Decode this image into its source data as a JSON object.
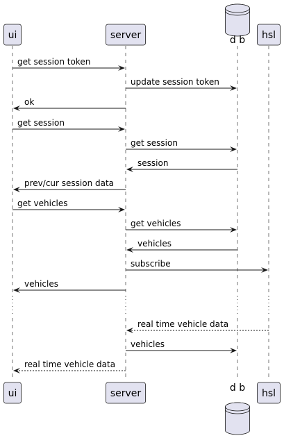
{
  "participants": [
    {
      "id": "ui",
      "label": "ui",
      "kind": "box"
    },
    {
      "id": "server",
      "label": "server",
      "kind": "box"
    },
    {
      "id": "db",
      "label": "d b",
      "kind": "database"
    },
    {
      "id": "hsl",
      "label": "hsl",
      "kind": "box"
    }
  ],
  "messages": [
    {
      "from": "ui",
      "to": "server",
      "label": "get session token",
      "style": "solid"
    },
    {
      "from": "server",
      "to": "db",
      "label": "update session token",
      "style": "solid"
    },
    {
      "from": "server",
      "to": "ui",
      "label": "ok",
      "style": "solid"
    },
    {
      "from": "ui",
      "to": "server",
      "label": "get session",
      "style": "solid"
    },
    {
      "from": "server",
      "to": "db",
      "label": "get session",
      "style": "solid"
    },
    {
      "from": "db",
      "to": "server",
      "label": "session",
      "style": "solid"
    },
    {
      "from": "server",
      "to": "ui",
      "label": "prev/cur session data",
      "style": "solid"
    },
    {
      "from": "ui",
      "to": "server",
      "label": "get vehicles",
      "style": "solid"
    },
    {
      "from": "server",
      "to": "db",
      "label": "get vehicles",
      "style": "solid"
    },
    {
      "from": "db",
      "to": "server",
      "label": "vehicles",
      "style": "solid"
    },
    {
      "from": "server",
      "to": "hsl",
      "label": "subscribe",
      "style": "solid"
    },
    {
      "from": "server",
      "to": "ui",
      "label": "vehicles",
      "style": "solid"
    },
    {
      "divider": true
    },
    {
      "from": "hsl",
      "to": "server",
      "label": "real time vehicle data",
      "style": "dotted"
    },
    {
      "from": "server",
      "to": "db",
      "label": "vehicles",
      "style": "solid"
    },
    {
      "from": "server",
      "to": "ui",
      "label": "real time vehicle data",
      "style": "dotted"
    }
  ]
}
